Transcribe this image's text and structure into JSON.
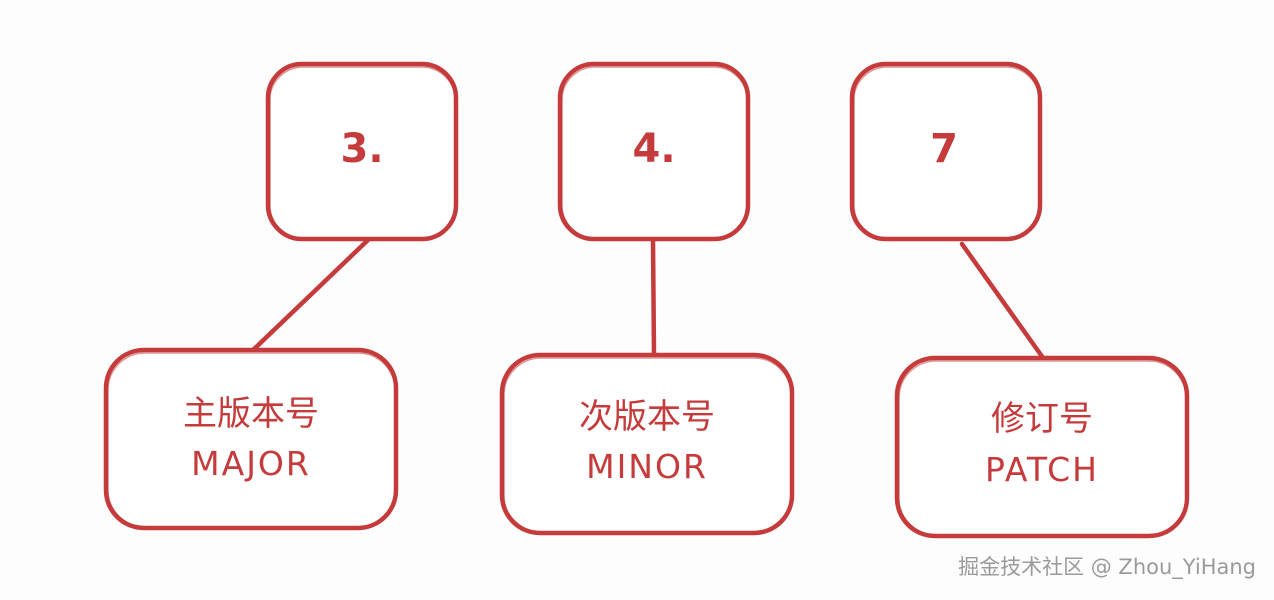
{
  "diagram": {
    "stroke_color": "#c53a3a",
    "parts": [
      {
        "number": "3.",
        "label_cn": "主版本号",
        "label_en": "MAJOR"
      },
      {
        "number": "4.",
        "label_cn": "次版本号",
        "label_en": "MINOR"
      },
      {
        "number": "7",
        "label_cn": "修订号",
        "label_en": "PATCH"
      }
    ]
  },
  "watermark": {
    "text": "掘金技术社区 @ Zhou_YiHang"
  }
}
